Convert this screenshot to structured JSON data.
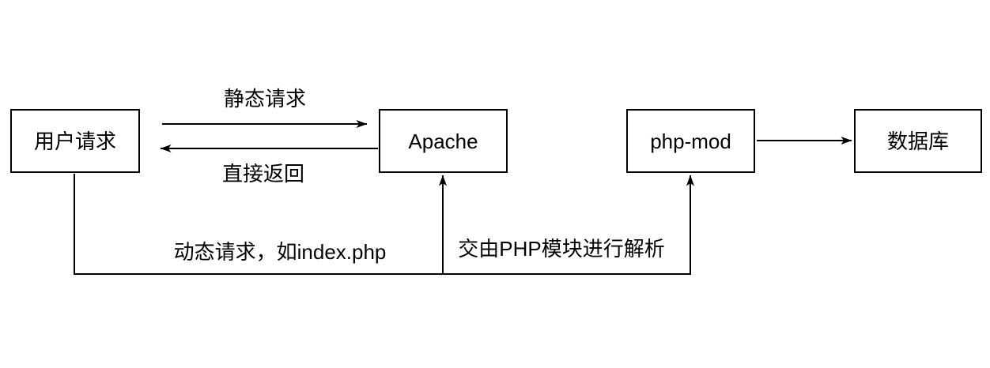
{
  "diagram": {
    "colors": {
      "background": "#ffffff",
      "stroke": "#000000",
      "text": "#000000",
      "node_fill": "#ffffff"
    },
    "nodes": {
      "user_request": {
        "label": "用户请求"
      },
      "apache": {
        "label": "Apache"
      },
      "php_mod": {
        "label": "php-mod"
      },
      "database": {
        "label": "数据库"
      }
    },
    "edge_labels": {
      "static_request": "静态请求",
      "direct_return": "直接返回",
      "dynamic_request": "动态请求，如index.php",
      "php_parse": "交由PHP模块进行解析"
    }
  }
}
